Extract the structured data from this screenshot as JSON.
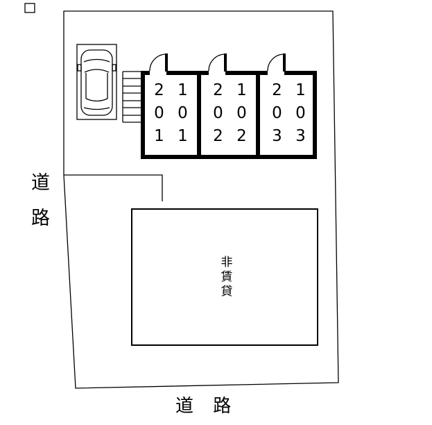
{
  "canvas": {
    "background": "#ffffff",
    "ink": "#000000"
  },
  "labels": {
    "road_left": "道路",
    "road_bottom": "道 路",
    "non_rental": "非賃貸"
  },
  "building": {
    "units": [
      {
        "upper_room": "201",
        "lower_room": "101"
      },
      {
        "upper_room": "202",
        "lower_room": "102"
      },
      {
        "upper_room": "203",
        "lower_room": "103"
      }
    ]
  },
  "icons": {
    "car": "top-view-car",
    "stairs": "stair-hatch",
    "door": "door-swing-arc",
    "boundary_marker": "small-square-marker"
  }
}
